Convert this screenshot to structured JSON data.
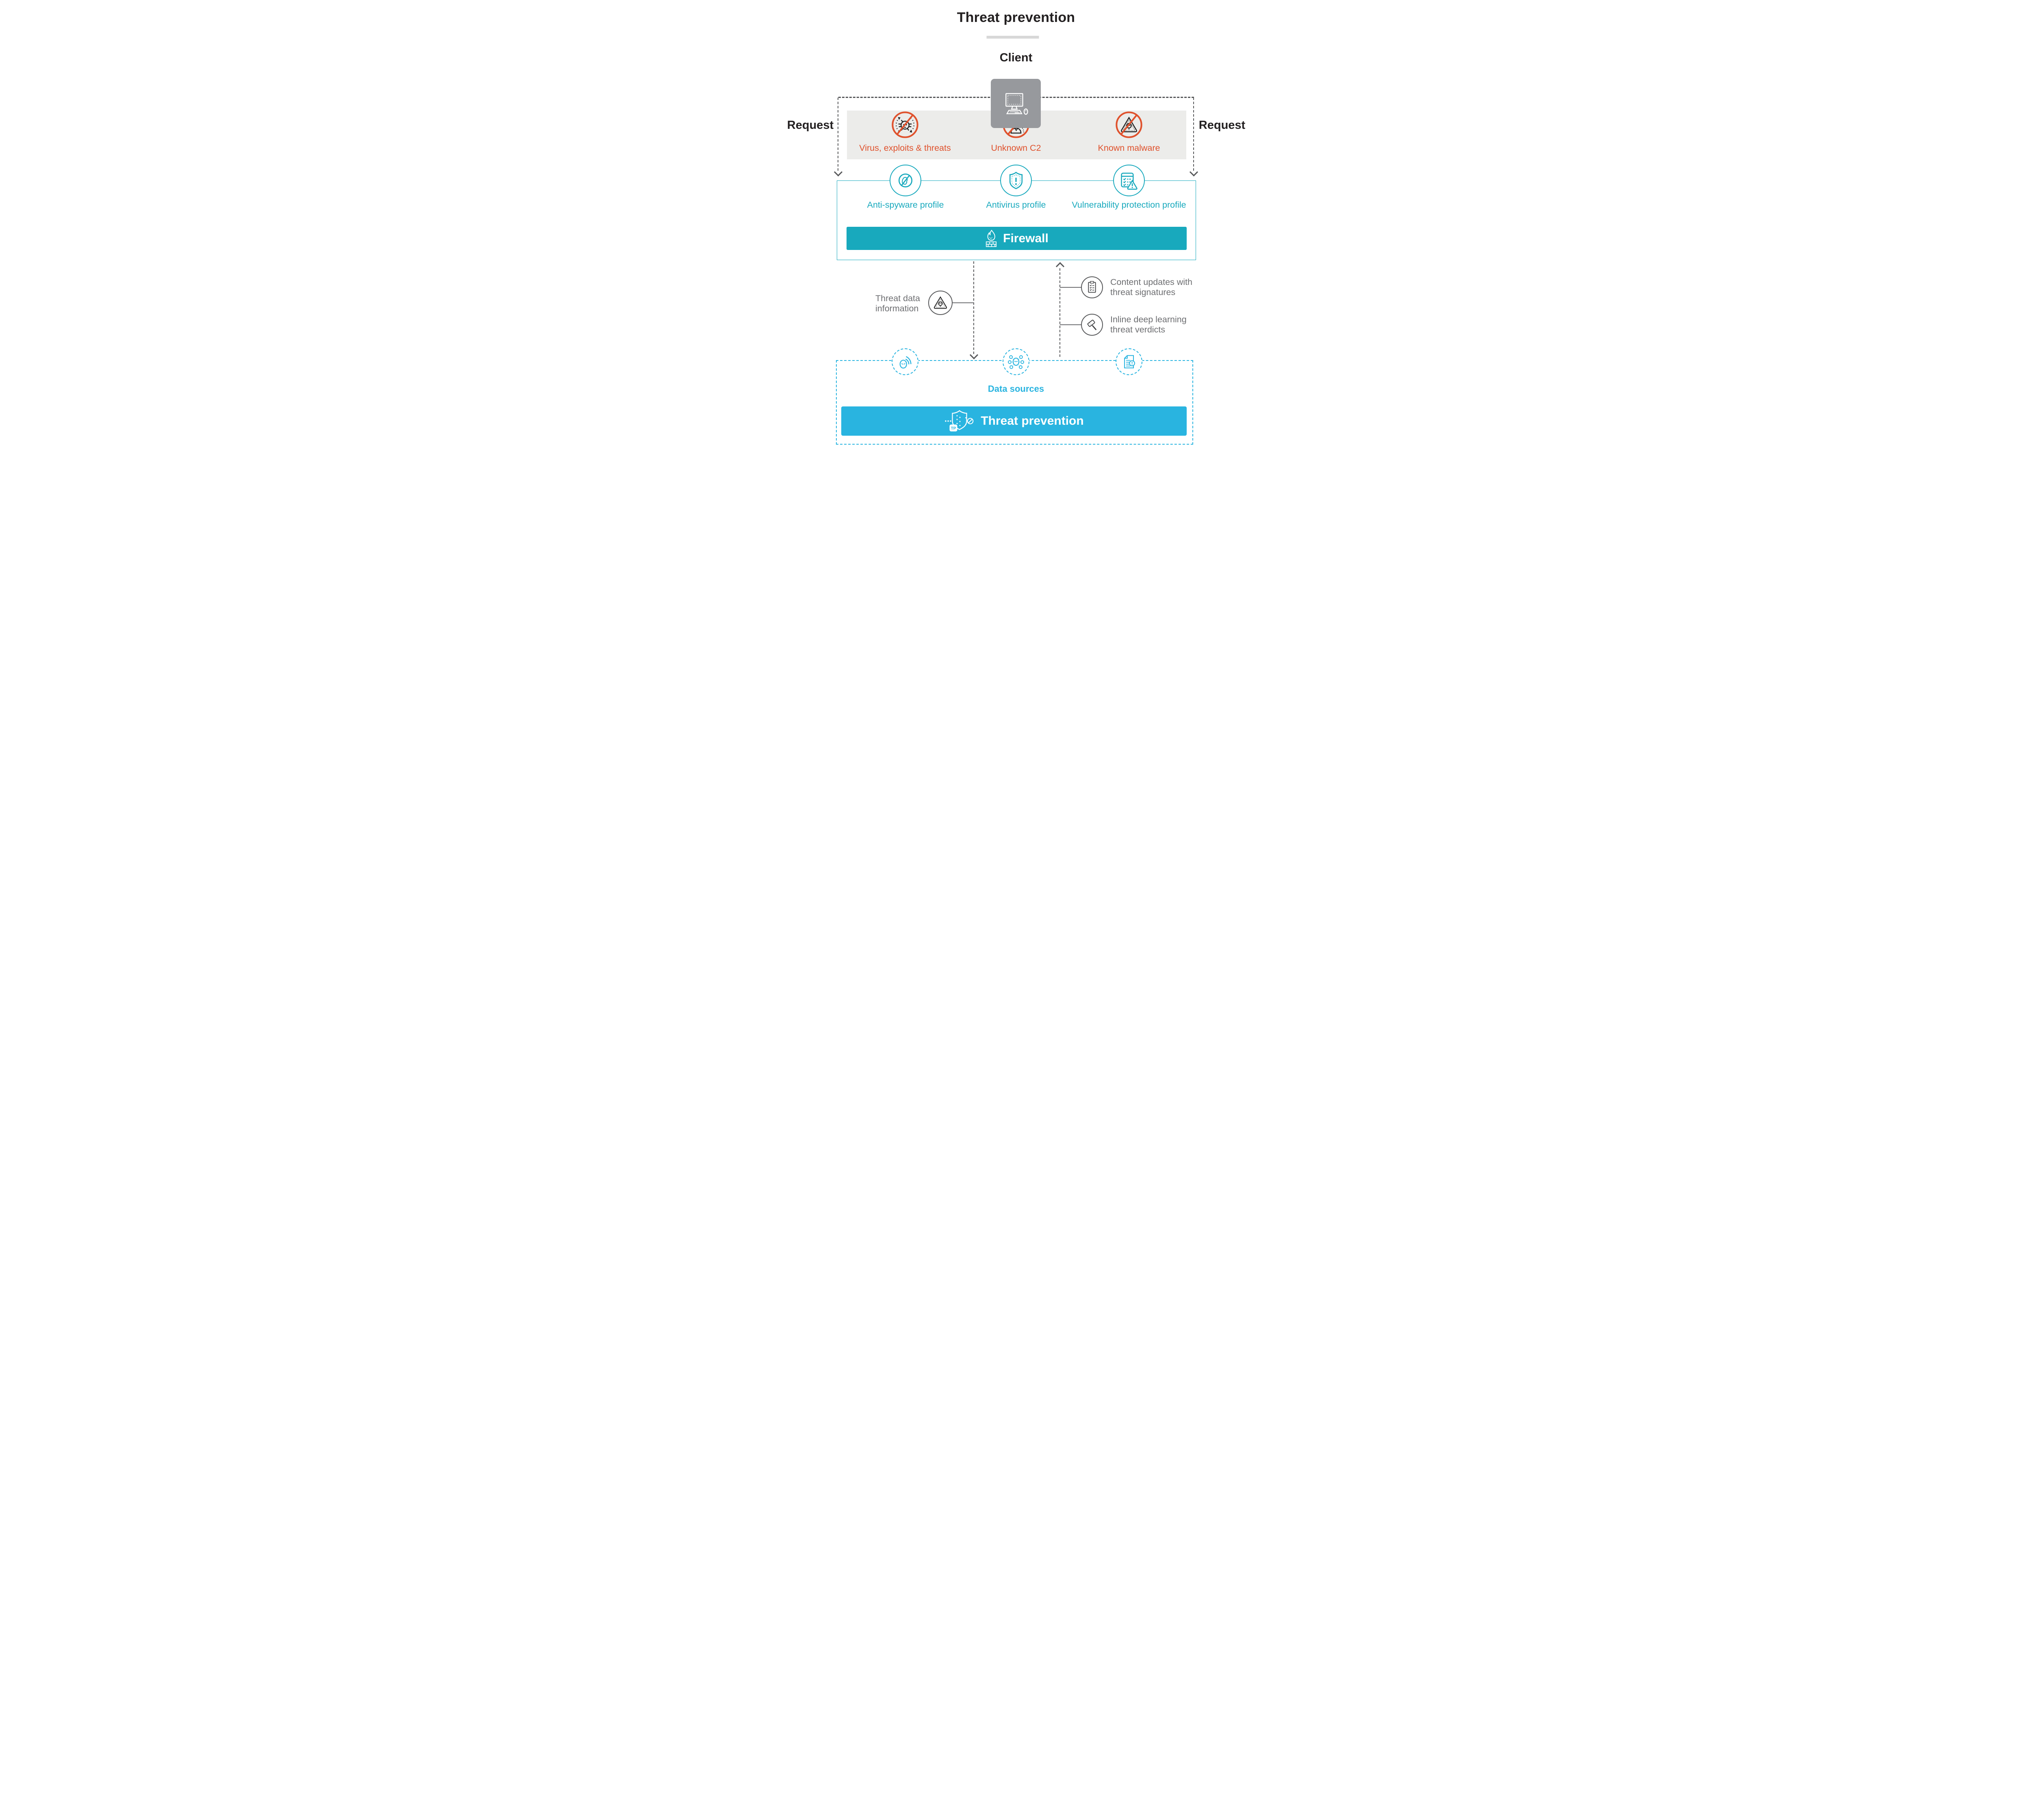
{
  "colors": {
    "orange": "#df512c",
    "teal": "#18a9bd",
    "cyan": "#29b4e0",
    "dark": "#232021",
    "gray_text": "#6d6e71",
    "band": "#ececea",
    "client_gray": "#97999d",
    "dash_gray": "#57585a",
    "underline": "#d8d8d8",
    "circle_gray": "#58595b"
  },
  "title": {
    "text": "Threat prevention"
  },
  "client": {
    "label": "Client"
  },
  "requests": {
    "left": "Request",
    "right": "Request"
  },
  "threats": {
    "items": [
      {
        "label": "Virus, exploits & threats"
      },
      {
        "label": "Unknown C2"
      },
      {
        "label": "Known malware"
      }
    ]
  },
  "profiles": {
    "items": [
      {
        "label": "Anti-spyware profile"
      },
      {
        "label": "Antivirus profile"
      },
      {
        "label": "Vulnerability protection profile"
      }
    ]
  },
  "firewall": {
    "label": "Firewall"
  },
  "annotations": {
    "threat_data": {
      "line1": "Threat data",
      "line2": "information"
    },
    "content_updates": {
      "line1": "Content updates with",
      "line2": "threat signatures"
    },
    "deep_learning": {
      "line1": "Inline deep learning",
      "line2": "threat verdicts"
    }
  },
  "data_sources": {
    "label": "Data sources"
  },
  "threat_prevention": {
    "label": "Threat prevention"
  }
}
